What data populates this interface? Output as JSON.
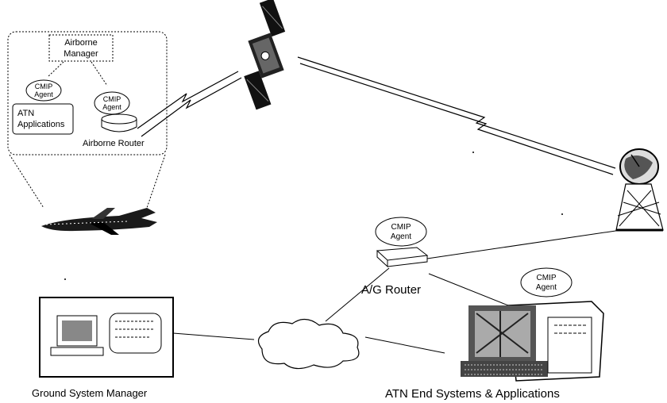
{
  "airborne": {
    "manager_line1": "Airborne",
    "manager_line2": "Manager",
    "cmip_agent_line1": "CMIP",
    "cmip_agent_line2": "Agent",
    "atn_apps_line1": "ATN",
    "atn_apps_line2": "Applications",
    "router_agent_line1": "CMIP",
    "router_agent_line2": "Agent",
    "router_label": "Airborne Router"
  },
  "ground_station": {
    "agent_line1": "CMIP",
    "agent_line2": "Agent",
    "router_label": "A/G Router"
  },
  "end_system": {
    "agent_line1": "CMIP",
    "agent_line2": "Agent",
    "label": "ATN End Systems & Applications"
  },
  "ground_manager": {
    "label": "Ground System Manager"
  },
  "icons": {
    "satellite": "satellite-icon",
    "dish": "satellite-dish-icon",
    "airplane": "airplane-icon",
    "cloud": "network-cloud-icon",
    "workstation": "workstation-icon"
  }
}
